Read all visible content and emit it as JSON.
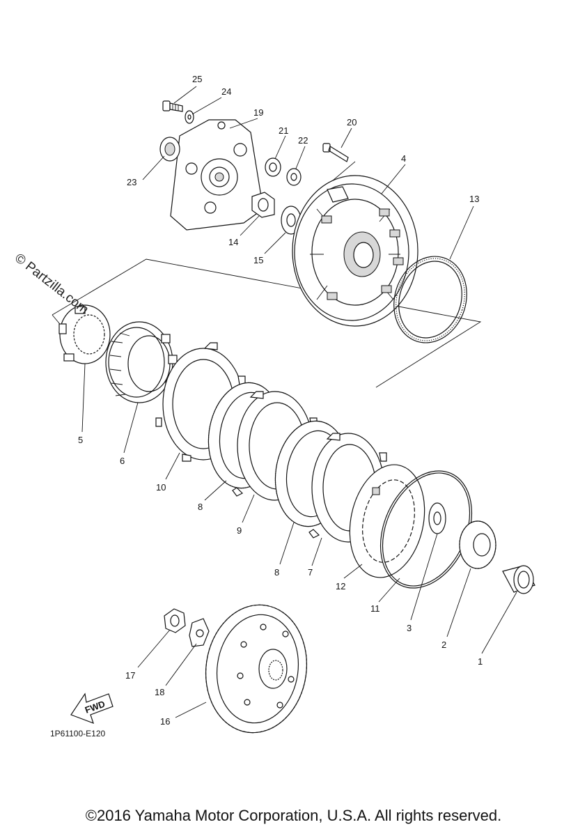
{
  "watermark": "© Partzilla.com",
  "diagram_code": "1P61100-E120",
  "fwd_label": "FWD",
  "copyright": "©2016 Yamaha Motor Corporation, U.S.A. All rights reserved.",
  "parts": {
    "p1": "1",
    "p2": "2",
    "p3": "3",
    "p4": "4",
    "p5": "5",
    "p6": "6",
    "p7": "7",
    "p8a": "8",
    "p8b": "8",
    "p9": "9",
    "p10": "10",
    "p11": "11",
    "p12": "12",
    "p13": "13",
    "p14": "14",
    "p15": "15",
    "p16": "16",
    "p17": "17",
    "p18": "18",
    "p19": "19",
    "p20": "20",
    "p21": "21",
    "p22": "22",
    "p23": "23",
    "p24": "24",
    "p25": "25"
  }
}
